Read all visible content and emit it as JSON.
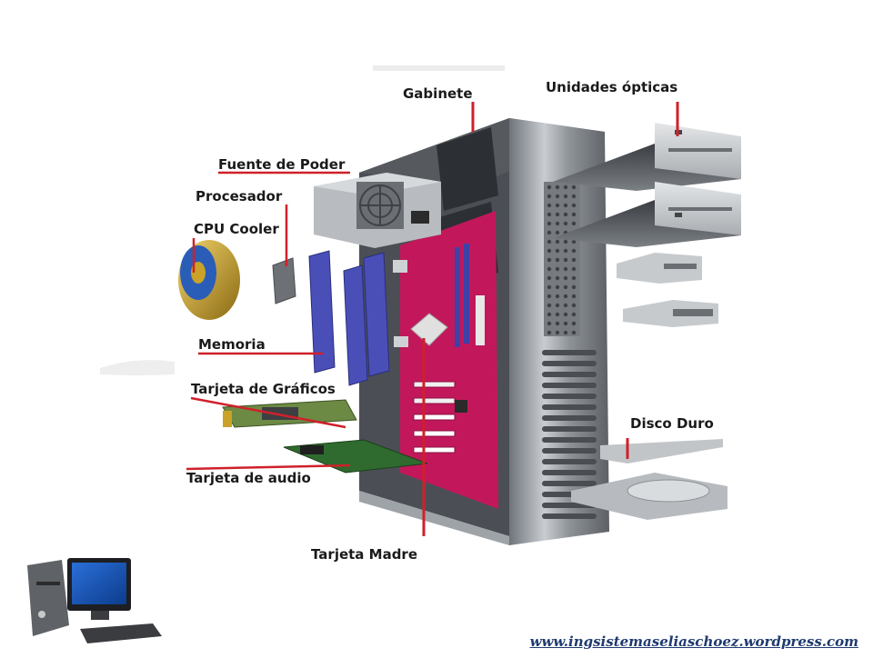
{
  "labels": {
    "gabinete": "Gabinete",
    "unidades_opticas": "Unidades ópticas",
    "fuente_de_poder": "Fuente de Poder",
    "procesador": "Procesador",
    "cpu_cooler": "CPU Cooler",
    "memoria": "Memoria",
    "tarjeta_graficos": "Tarjeta de Gráficos",
    "tarjeta_audio": "Tarjeta de audio",
    "disco_duro": "Disco Duro",
    "tarjeta_madre": "Tarjeta Madre"
  },
  "credit": "www.ingsistemaseliaschoez.wordpress.com",
  "colors": {
    "leader": "#d0202a",
    "board": "#c2185b",
    "chassis": "#9aa0a6",
    "ram": "#4a4fb8",
    "gold": "#c9a227"
  },
  "icons": {
    "desktop": "desktop-computer-icon"
  }
}
